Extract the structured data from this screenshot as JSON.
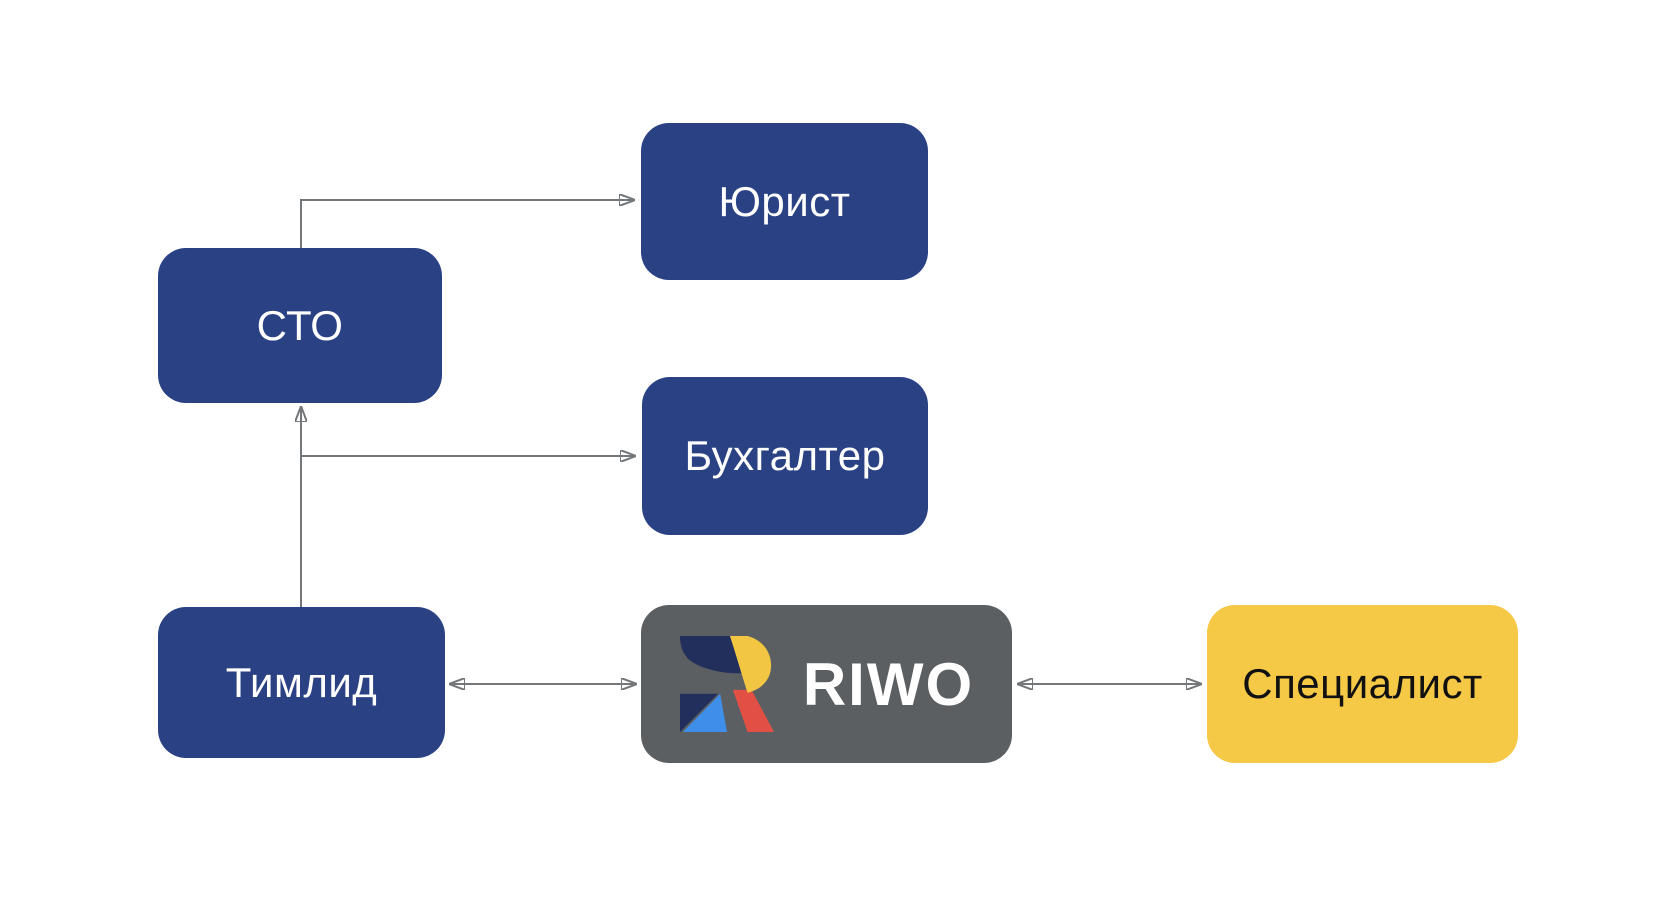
{
  "diagram": {
    "nodes": [
      {
        "id": "cto",
        "label": "СТО",
        "variant": "primary"
      },
      {
        "id": "yurist",
        "label": "Юрист",
        "variant": "primary"
      },
      {
        "id": "buhgalter",
        "label": "Бухгалтер",
        "variant": "primary"
      },
      {
        "id": "timlid",
        "label": "Тимлид",
        "variant": "primary"
      },
      {
        "id": "riwo",
        "label": "RIWO",
        "variant": "brand"
      },
      {
        "id": "specialist",
        "label": "Специалист",
        "variant": "accent"
      }
    ],
    "edges": [
      {
        "from": "СТО",
        "to": "Юрист",
        "direction": "one-way",
        "style": "elbow"
      },
      {
        "from": "Тимлид",
        "to": "СТО",
        "direction": "one-way",
        "style": "straight"
      },
      {
        "from": "Тимлид",
        "to": "Бухгалтер",
        "direction": "one-way",
        "style": "elbow"
      },
      {
        "from": "Тимлид",
        "to": "RIWO",
        "direction": "two-way",
        "style": "straight"
      },
      {
        "from": "RIWO",
        "to": "Специалист",
        "direction": "two-way",
        "style": "straight"
      }
    ],
    "colors": {
      "node_primary": "#2A4184",
      "node_brand_bg": "#5C5F62",
      "node_accent": "#F5C846",
      "node_text_light": "#FFFFFF",
      "node_text_dark": "#111111",
      "connector": "#74777A",
      "logo_navy": "#222E5C",
      "logo_yellow": "#F2C643",
      "logo_blue": "#3F8EE8",
      "logo_red": "#E25045"
    }
  }
}
